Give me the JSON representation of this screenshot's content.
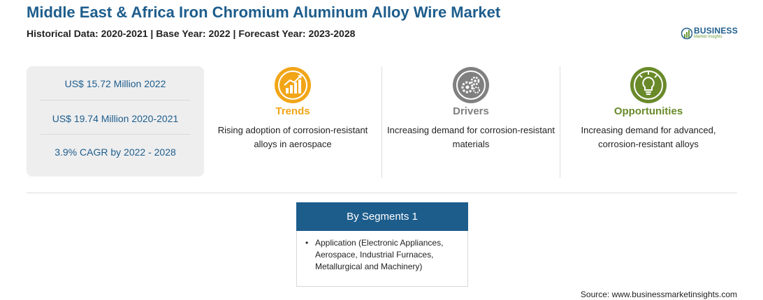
{
  "header": {
    "title": "Middle East & Africa Iron Chromium Aluminum Alloy Wire Market",
    "subtitle": "Historical Data: 2020-2021 | Base Year: 2022 | Forecast Year: 2023-2028"
  },
  "logo": {
    "name": "BUSINESS",
    "tagline": "Market Insights"
  },
  "stats": [
    "US$ 15.72 Million 2022",
    "US$ 19.74 Million 2020-2021",
    "3.9% CAGR by 2022 - 2028"
  ],
  "columns": [
    {
      "heading": "Trends",
      "description": "Rising adoption of corrosion-resistant alloys in aerospace",
      "color": "#f2a516",
      "icon": "chart-growth-icon"
    },
    {
      "heading": "Drivers",
      "description": "Increasing demand for corrosion-resistant materials",
      "color": "#808080",
      "icon": "gears-icon"
    },
    {
      "heading": "Opportunities",
      "description": "Increasing demand for advanced, corrosion-resistant alloys",
      "color": "#6a8a2a",
      "icon": "lightbulb-icon"
    }
  ],
  "segments": {
    "heading": "By Segments 1",
    "items": [
      "Application (Electronic Appliances, Aerospace, Industrial Furnaces, Metallurgical and Machinery)"
    ]
  },
  "source": "Source: www.businessmarketinsights.com",
  "colors": {
    "brand_blue": "#1d5d8c",
    "panel_gray": "#eeeeef"
  }
}
